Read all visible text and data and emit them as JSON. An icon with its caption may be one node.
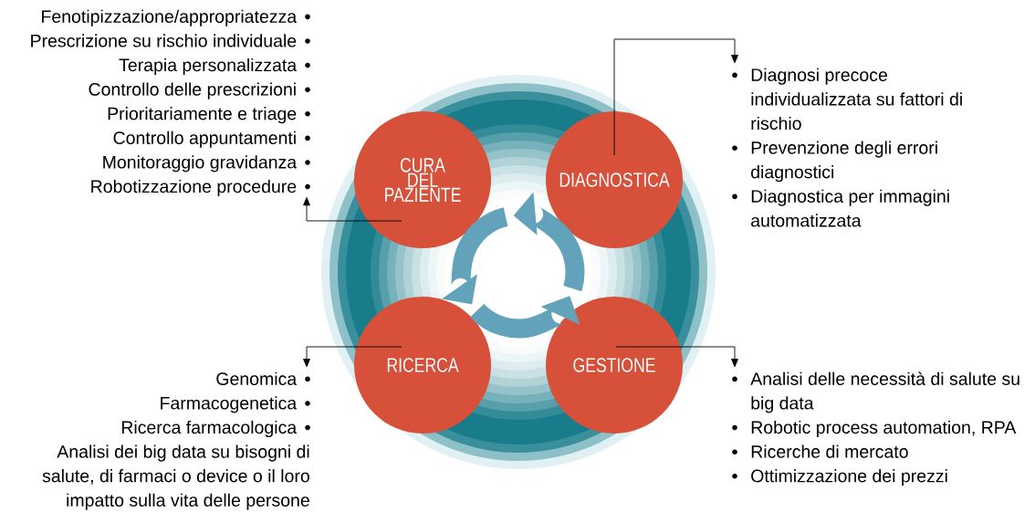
{
  "diagram": {
    "nodes": [
      {
        "text": [
          "CURA DEL PAZIENTE"
        ]
      },
      {
        "text": [
          "DIAGNOSTICA"
        ]
      },
      {
        "text": [
          "RICERCA"
        ]
      },
      {
        "text": [
          "GESTIONE"
        ]
      },
      {
        "text": [
          "Fenotipizzazione/appropriatezza",
          "Prescrizione su rischio individuale",
          "Terapia personalizzata",
          "Controllo delle prescrizioni",
          "Prioritariamente e triage",
          "Controllo appuntamenti",
          "Monitoraggio gravidanza",
          "Robotizzazione procedure"
        ]
      },
      {
        "text": [
          "Diagnosi precoce individualizzata su fattori di rischio",
          "Prevenzione degli errori diagnostici",
          "Diagnostica per immagini automatizzata"
        ]
      },
      {
        "text": [
          "Genomica",
          "Farmacogenetica",
          "Ricerca farmacologica",
          "Analisi dei big data su bisogni di salute, di farmaci o device o il loro impatto sulla vita delle persone"
        ]
      },
      {
        "text": [
          "Analisi delle necessità di salute su big data",
          "Robotic process automation, RPA",
          "Ricerche di mercato",
          "Ottimizzazione dei prezzi"
        ]
      }
    ],
    "edges": [
      {
        "from": 0,
        "to": 4,
        "arrow": "to"
      },
      {
        "from": 1,
        "to": 5,
        "arrow": "to"
      },
      {
        "from": 2,
        "to": 6,
        "arrow": "to"
      },
      {
        "from": 3,
        "to": 7,
        "arrow": "to"
      }
    ]
  }
}
